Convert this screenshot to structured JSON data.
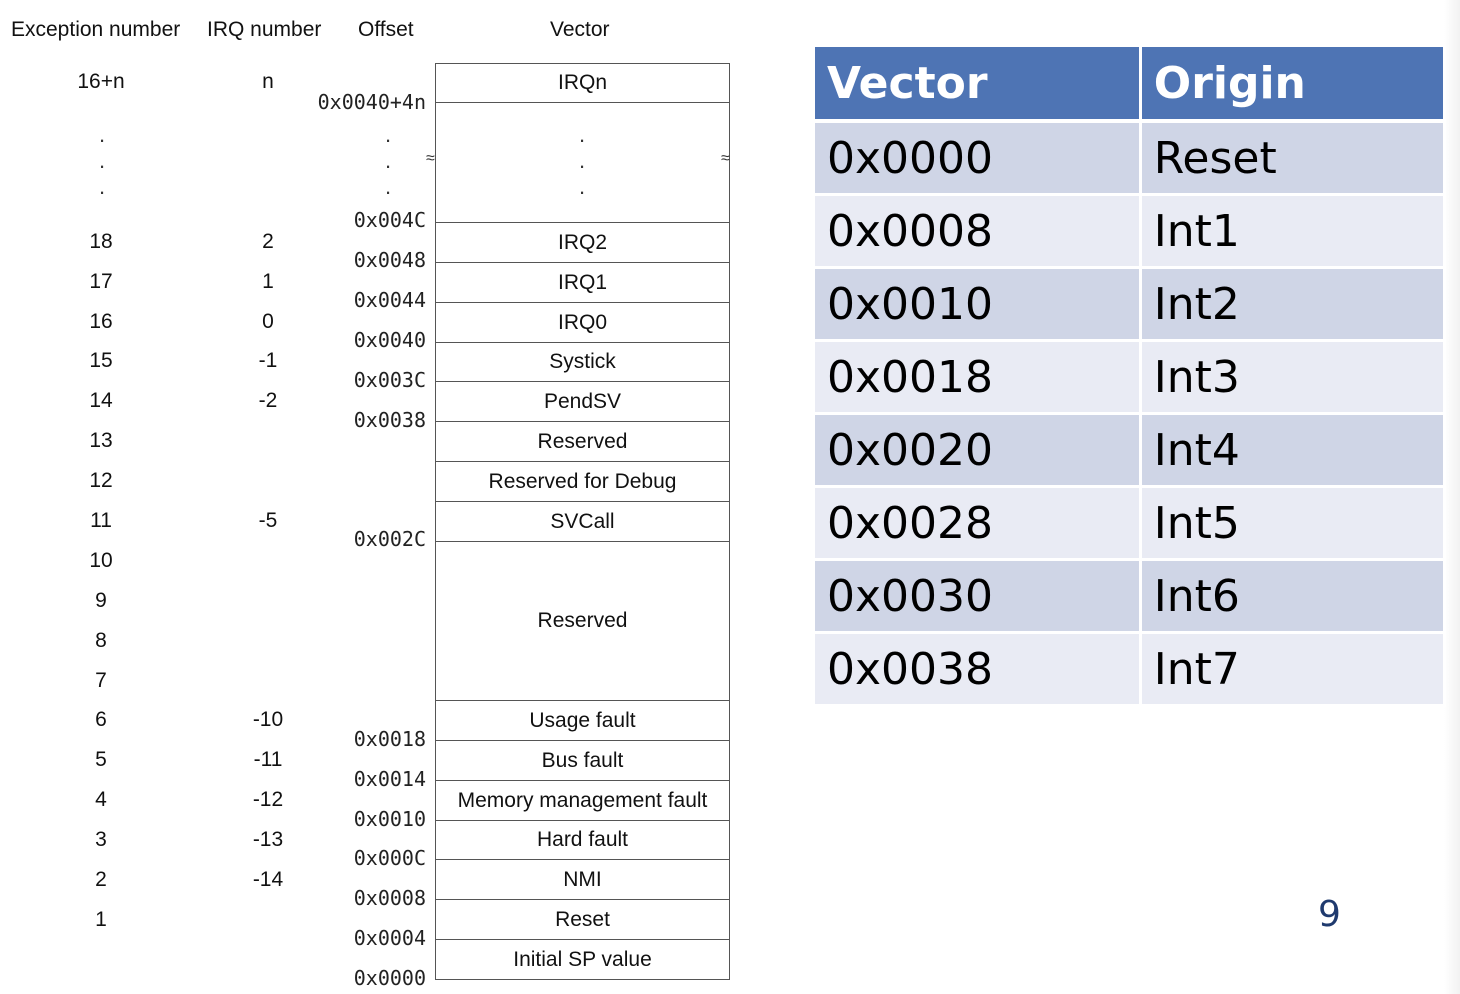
{
  "diagram": {
    "headers": {
      "exception": "Exception number",
      "irq": "IRQ number",
      "offset": "Offset",
      "vector": "Vector"
    },
    "dots": ".",
    "exceptions": [
      "16+n",
      "18",
      "17",
      "16",
      "15",
      "14",
      "13",
      "12",
      "11",
      "10",
      "9",
      "8",
      "7",
      "6",
      "5",
      "4",
      "3",
      "2",
      "1"
    ],
    "irqs": [
      "n",
      "2",
      "1",
      "0",
      "-1",
      "-2",
      "-5",
      "-10",
      "-11",
      "-12",
      "-13",
      "-14"
    ],
    "offsets": [
      "0x0040+4n",
      "0x004C",
      "0x0048",
      "0x0044",
      "0x0040",
      "0x003C",
      "0x0038",
      "0x002C",
      "0x0018",
      "0x0014",
      "0x0010",
      "0x000C",
      "0x0008",
      "0x0004",
      "0x0000"
    ],
    "vectors": [
      "IRQn",
      "IRQ2",
      "IRQ1",
      "IRQ0",
      "Systick",
      "PendSV",
      "Reserved",
      "Reserved for Debug",
      "SVCall",
      "Reserved",
      "Usage fault",
      "Bus fault",
      "Memory management fault",
      "Hard fault",
      "NMI",
      "Reset",
      "Initial SP value"
    ]
  },
  "table": {
    "headers": [
      "Vector",
      "Origin"
    ],
    "rows": [
      [
        "0x0000",
        "Reset"
      ],
      [
        "0x0008",
        "Int1"
      ],
      [
        "0x0010",
        "Int2"
      ],
      [
        "0x0018",
        "Int3"
      ],
      [
        "0x0020",
        "Int4"
      ],
      [
        "0x0028",
        "Int5"
      ],
      [
        "0x0030",
        "Int6"
      ],
      [
        "0x0038",
        "Int7"
      ]
    ]
  },
  "page_number": "9"
}
